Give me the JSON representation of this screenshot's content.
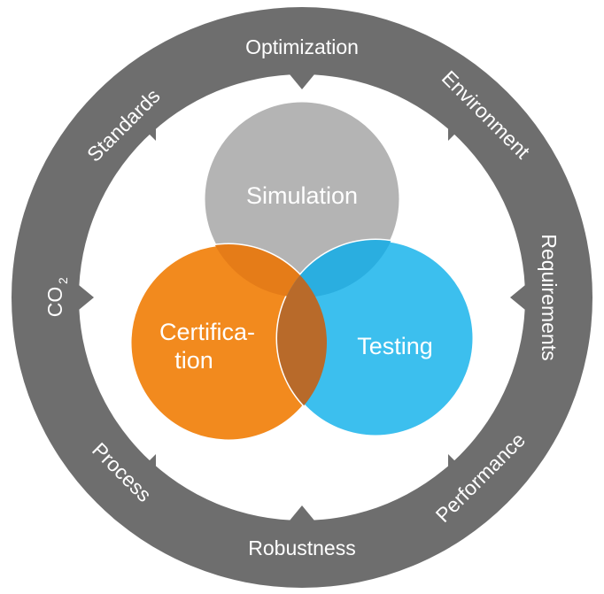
{
  "ring": {
    "optimization": "Optimization",
    "environment": "Environment",
    "requirements": "Requirements",
    "performance": "Performance",
    "robustness": "Robustness",
    "process": "Process",
    "co2_main": "CO",
    "co2_sub": "2",
    "standards": "Standards"
  },
  "circles": {
    "simulation": "Simulation",
    "certification_line1": "Certifica-",
    "certification_line2": "tion",
    "testing": "Testing"
  },
  "colors": {
    "ring": "#6e6e6e",
    "simulation": "#b4b4b4",
    "certification": "#f28a1e",
    "testing": "#3cbfee",
    "overlap_sim_cert": "#e57c18",
    "overlap_sim_test": "#2aaee0",
    "overlap_cert_test": "#b86a2a"
  }
}
